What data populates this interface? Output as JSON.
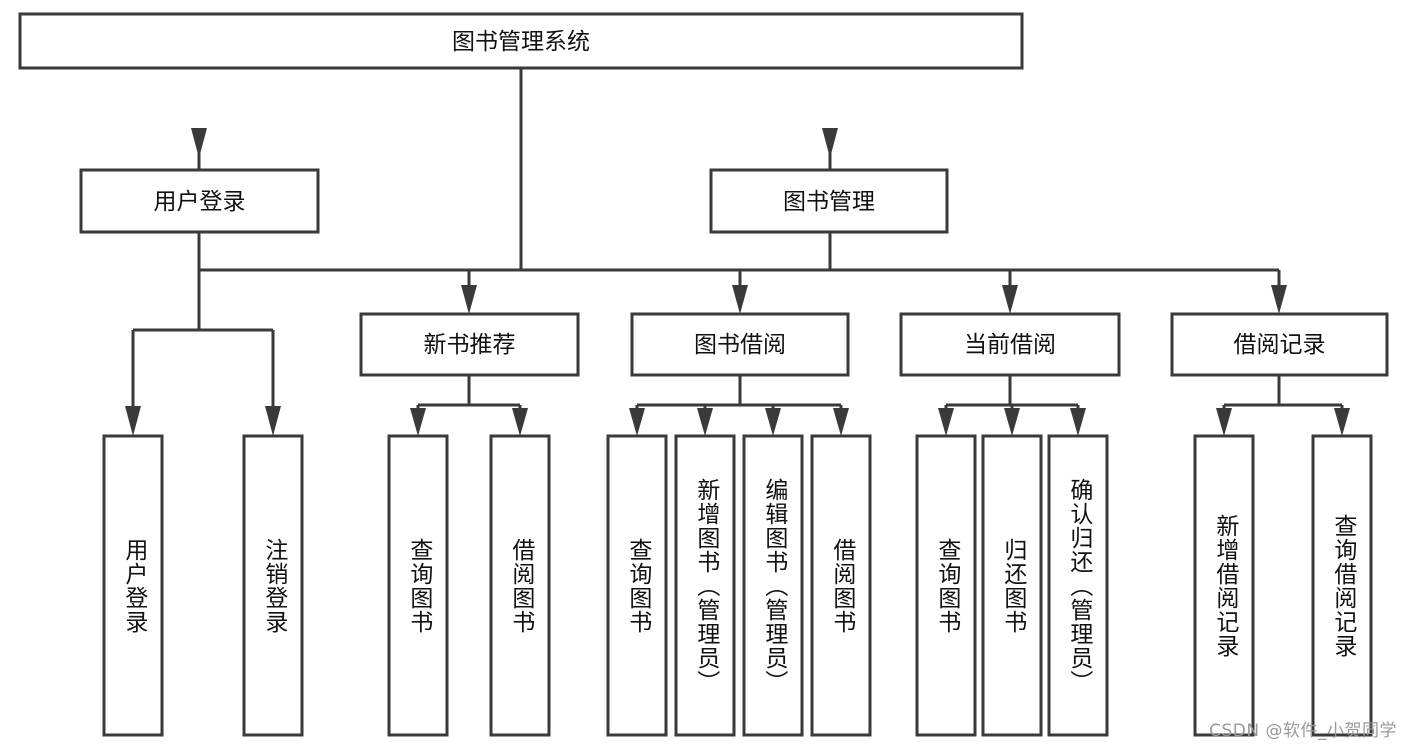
{
  "diagram": {
    "title": "图书管理系统",
    "type": "tree-hierarchy-diagram",
    "colors": {
      "box_stroke": "#3a3a3a",
      "box_fill": "#ffffff",
      "line": "#3a3a3a",
      "text": "#111111",
      "watermark": "#9a9a9a",
      "background": "#ffffff"
    },
    "root": {
      "label": "图书管理系统",
      "orientation": "horizontal"
    },
    "level2": [
      {
        "label": "用户登录",
        "orientation": "horizontal"
      },
      {
        "label": "图书管理",
        "orientation": "horizontal"
      }
    ],
    "level3": [
      {
        "label": "新书推荐",
        "orientation": "horizontal",
        "parent": "图书管理"
      },
      {
        "label": "图书借阅",
        "orientation": "horizontal",
        "parent": "图书管理"
      },
      {
        "label": "当前借阅",
        "orientation": "horizontal",
        "parent": "图书管理"
      },
      {
        "label": "借阅记录",
        "orientation": "horizontal",
        "parent": "图书管理"
      }
    ],
    "leaves": {
      "用户登录": [
        {
          "label": "用户登录",
          "orientation": "vertical"
        },
        {
          "label": "注销登录",
          "orientation": "vertical"
        }
      ],
      "新书推荐": [
        {
          "label": "查询图书",
          "orientation": "vertical"
        },
        {
          "label": "借阅图书",
          "orientation": "vertical"
        }
      ],
      "图书借阅": [
        {
          "label": "查询图书",
          "orientation": "vertical"
        },
        {
          "label": "新增图书（管理员）",
          "orientation": "vertical"
        },
        {
          "label": "编辑图书（管理员）",
          "orientation": "vertical"
        },
        {
          "label": "借阅图书",
          "orientation": "vertical"
        }
      ],
      "当前借阅": [
        {
          "label": "查询图书",
          "orientation": "vertical"
        },
        {
          "label": "归还图书",
          "orientation": "vertical"
        },
        {
          "label": "确认归还（管理员）",
          "orientation": "vertical"
        }
      ],
      "借阅记录": [
        {
          "label": "新增借阅记录",
          "orientation": "vertical"
        },
        {
          "label": "查询借阅记录",
          "orientation": "vertical"
        }
      ]
    }
  },
  "watermark": {
    "text": "CSDN @软件_小贺同学"
  }
}
